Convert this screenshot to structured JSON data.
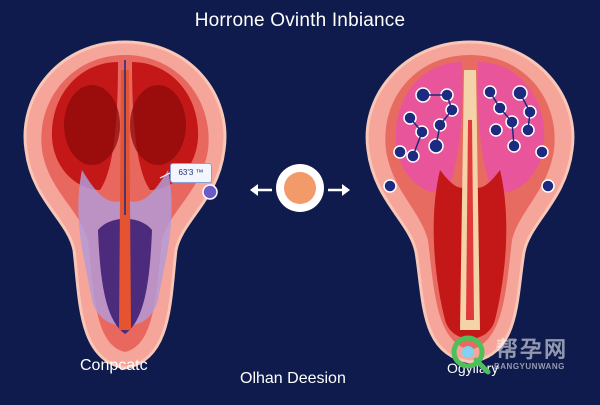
{
  "title": "Horrone Ovinth Inbiance",
  "labels": {
    "left": "Conpcatc",
    "center": "Olhan Deesion",
    "right": "Ogyiiary"
  },
  "callout_text": "63'3 ™",
  "watermark": {
    "cn": "帮孕网",
    "en": "BANGYUNWANG"
  },
  "colors": {
    "background": "#0f1b4c",
    "outer_tissue": "#f6a59a",
    "inner_red": "#e03a3a",
    "dark_red": "#9e1010",
    "purple": "#7a4fa3",
    "follicle_blue": "#1c2a80",
    "pink_interior": "#e8559a",
    "center_circle": "#f29a6a"
  },
  "icons": [
    "left-arrow-icon",
    "right-arrow-icon",
    "watermark-logo-icon"
  ]
}
